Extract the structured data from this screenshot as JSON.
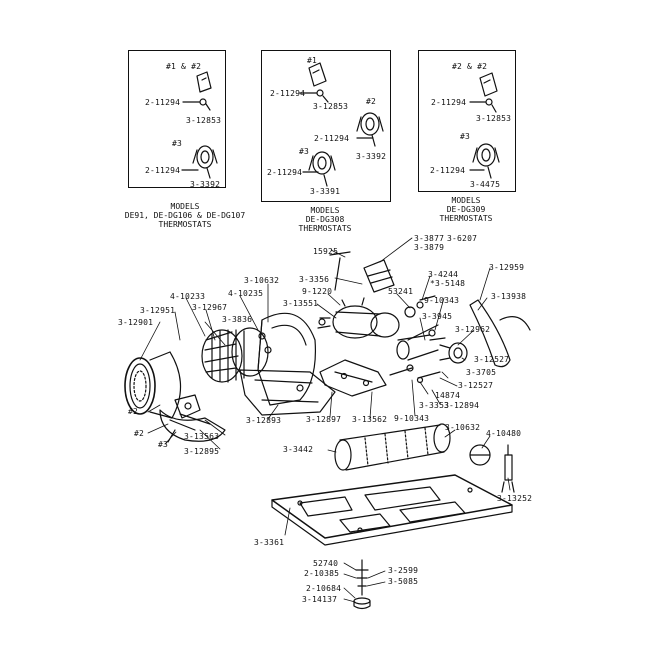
{
  "inset_boxes": {
    "left": {
      "tags": [
        "#1 & #2",
        "#3"
      ],
      "parts": [
        "2-11294",
        "3-12853",
        "2-11294",
        "3-3392"
      ],
      "caption": [
        "MODELS",
        "DE91, DE-DG106 & DE-DG107",
        "THERMOSTATS"
      ]
    },
    "middle": {
      "tags": [
        "#1",
        "#2",
        "#3"
      ],
      "parts": [
        "2-11294",
        "3-12853",
        "2-11294",
        "3-3392",
        "2-11294",
        "3-3391"
      ],
      "caption": [
        "MODELS",
        "DE-DG308",
        "THERMOSTATS"
      ]
    },
    "right": {
      "tags": [
        "#2 & #2",
        "#3"
      ],
      "parts": [
        "2-11294",
        "3-12853",
        "2-11294",
        "3-4475"
      ],
      "caption": [
        "MODELS",
        "DE-DG309",
        "THERMOSTATS"
      ]
    }
  },
  "callouts": [
    "3-3877",
    "3-6207",
    "3-3879",
    "15925",
    "3-3356",
    "3-4244",
    "*3-5148",
    "3-12959",
    "3-10632",
    "9-1220",
    "53241",
    "9-10343",
    "3-13938",
    "4-10233",
    "4-10235",
    "3-13551",
    "3-3945",
    "3-12951",
    "3-12967",
    "3-12962",
    "3-12901",
    "3-3836",
    "3-12527",
    "3-3705",
    "3-12527",
    "14874",
    "#2",
    "3-3353",
    "3-12894",
    "#2",
    "#3",
    "3-12895",
    "3-13563",
    "3-12893",
    "3-12897",
    "3-13562",
    "9-10343",
    "3-10632",
    "4-10480",
    "3-3442",
    "3-13252",
    "3-3361",
    "52740",
    "2-10385",
    "3-2599",
    "3-5085",
    "2-10684",
    "3-14137"
  ]
}
